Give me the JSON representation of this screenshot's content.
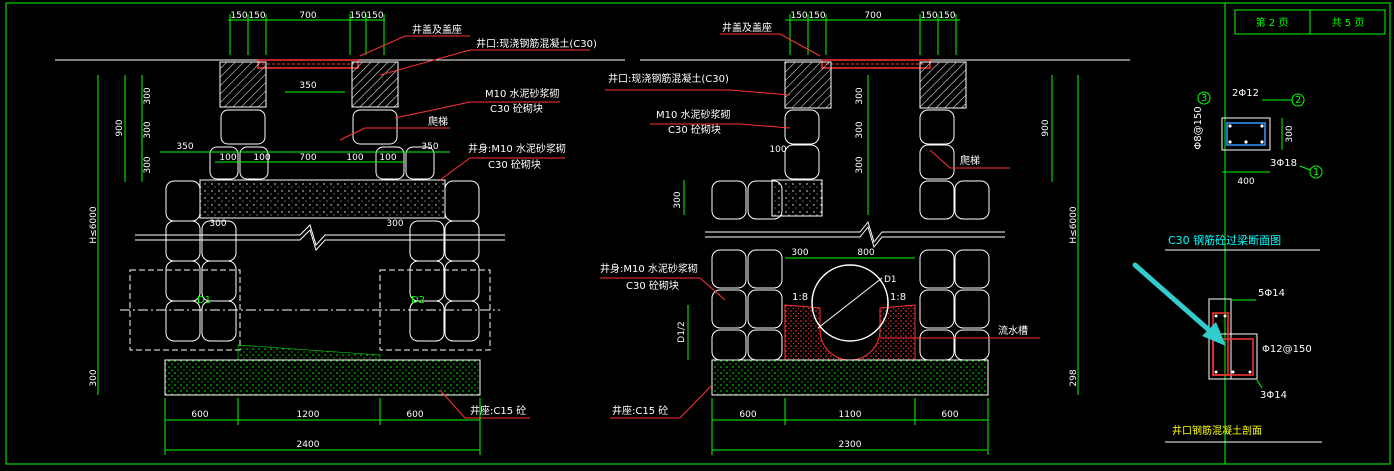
{
  "title_block": {
    "page": "第 2 页",
    "total": "共 5 页"
  },
  "left_view": {
    "top_dims": [
      "150",
      "150",
      "700",
      "150",
      "150"
    ],
    "cover_label": "井盖及盖座",
    "neck_label": "井口:现浇钢筋混凝土(C30)",
    "neck_wall_label_1": "M10 水泥砂浆砌",
    "neck_wall_label_2": "C30 砼砌块",
    "ladder_label": "爬梯",
    "body_label_1": "井身:M10 水泥砂浆砌",
    "body_label_2": "C30 砼砌块",
    "inner_350": "350",
    "left_350": "350",
    "right_350": "350",
    "d100_a": "100",
    "d100_b": "100",
    "d700": "700",
    "d100_c": "100",
    "d100_d": "100",
    "side_300_a": "300",
    "side_300_b": "300",
    "side_300_c": "300",
    "side_900": "900",
    "side_h": "H≤6000",
    "beam_300_a": "300",
    "beam_300_b": "300",
    "pipe_d1": "D1",
    "pipe_d2": "D2",
    "base_300": "300",
    "base_label": "井座:C15 砼",
    "bottom_dims": [
      "600",
      "1200",
      "600"
    ],
    "bottom_total": "2400"
  },
  "right_view": {
    "top_dims": [
      "150",
      "150",
      "700",
      "150",
      "150"
    ],
    "cover_label": "井盖及盖座",
    "neck_label": "井口:现浇钢筋混凝土(C30)",
    "neck_wall_label_1": "M10 水泥砂浆砌",
    "neck_wall_label_2": "C30 砼砌块",
    "d100": "100",
    "side_300_a": "300",
    "side_300_b": "300",
    "side_300_c": "300",
    "side_900": "900",
    "side_h": "H≤6000",
    "ladder_label": "爬梯",
    "left_300": "300",
    "d300": "300",
    "d800": "800",
    "pipe_d1": "D1",
    "slope_left": "1:8",
    "slope_right": "1:8",
    "d_half": "D1/2",
    "channel_label": "流水槽",
    "body_label_1": "井身:M10 水泥砂浆砌",
    "body_label_2": "C30 砼砌块",
    "base_label": "井座:C15 砼",
    "base_298": "298",
    "bottom_dims": [
      "600",
      "1100",
      "600"
    ],
    "bottom_total": "2300"
  },
  "beam_section": {
    "top_bar": "2Φ12",
    "stirrup": "Φ8@150",
    "bottom_bar": "3Φ18",
    "width": "400",
    "height": "300",
    "mark_1": "1",
    "mark_2": "2",
    "mark_3": "3",
    "title": "C30 钢筋砼过梁断面图"
  },
  "neck_section": {
    "top_bar": "5Φ14",
    "stirrup": "Φ12@150",
    "bottom_bar": "3Φ14",
    "title": "井口钢筋混凝土剖面"
  }
}
